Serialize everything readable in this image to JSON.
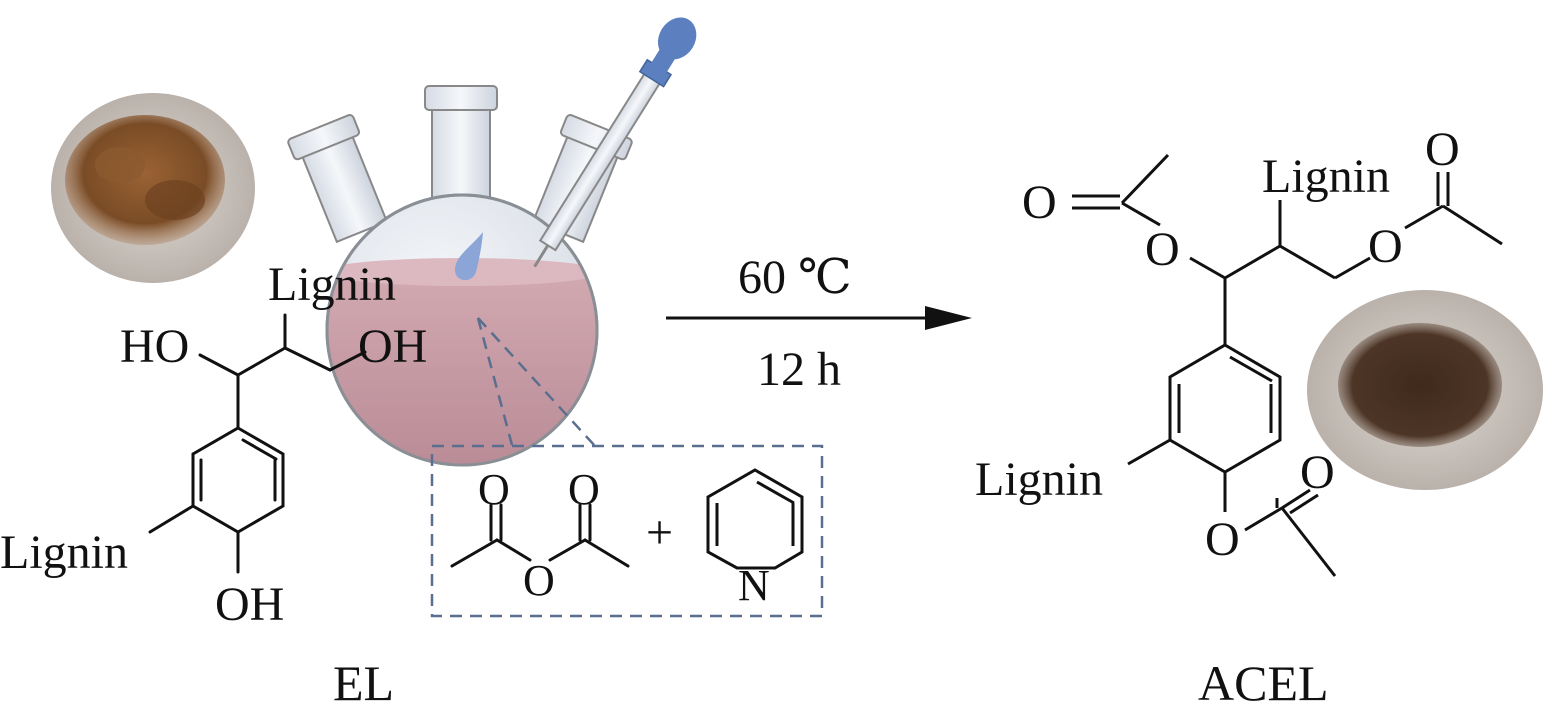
{
  "left_structure": {
    "lignin_top": "Lignin",
    "ho_left": "HO",
    "oh_right": "OH",
    "lignin_side": "Lignin",
    "oh_bottom": "OH",
    "caption": "EL"
  },
  "reagents": {
    "o1": "O",
    "o2": "O",
    "o_bridge": "O",
    "plus": "+",
    "n": "N"
  },
  "reaction": {
    "temperature": "60 ℃",
    "time": "12 h"
  },
  "right_structure": {
    "o_carbonyl_left": "O",
    "o_ester_left": "O",
    "lignin_top": "Lignin",
    "o_carbonyl_right": "O",
    "o_ester_right": "O",
    "lignin_side": "Lignin",
    "o_carbonyl_bottom": "O",
    "o_ester_bottom": "O",
    "caption": "ACEL"
  },
  "colors": {
    "flask_liquid": "#c9a0a8",
    "dropper_bulb": "#5b7fbf",
    "dashed_box": "#5a6f8f",
    "powder_el": "#8a5a2e",
    "powder_acel": "#4a3322"
  }
}
